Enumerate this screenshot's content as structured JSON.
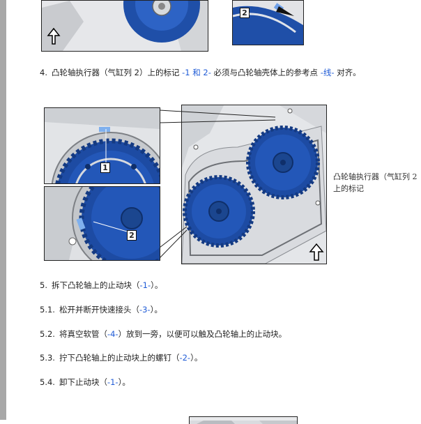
{
  "steps": {
    "s4": {
      "num": "4.",
      "pre": "凸轮轴执行器（气缸列 2）上的标记 ",
      "ref1": "-1 和 2-",
      "mid": " 必须与凸轮轴壳体上的参考点 ",
      "ref2": "-线-",
      "post": " 对齐。"
    },
    "s5": {
      "num": "5.",
      "pre": "拆下凸轮轴上的止动块（",
      "ref": "-1-",
      "post": "）。"
    },
    "s51": {
      "num": "5.1.",
      "pre": "松开并断开快速接头（",
      "ref": "-3-",
      "post": "）。"
    },
    "s52": {
      "num": "5.2.",
      "pre": "将真空软管（",
      "ref": "-4-",
      "post": "）放到一旁，以便可以触及凸轮轴上的止动块。"
    },
    "s53": {
      "num": "5.3.",
      "pre": "拧下凸轮轴上的止动块上的螺钉（",
      "ref": "-2-",
      "post": "）。"
    },
    "s54": {
      "num": "5.4.",
      "pre": "卸下止动块（",
      "ref": "-1-",
      "post": "）。"
    }
  },
  "figure": {
    "caption": "凸轮轴执行器（气缸列 2 上的标记",
    "callout_top": "1",
    "callout_bottom": "2",
    "callout_prev": "2"
  },
  "colors": {
    "gear_blue": "#1f4fa8",
    "ref_blue": "#1f5bd6"
  }
}
